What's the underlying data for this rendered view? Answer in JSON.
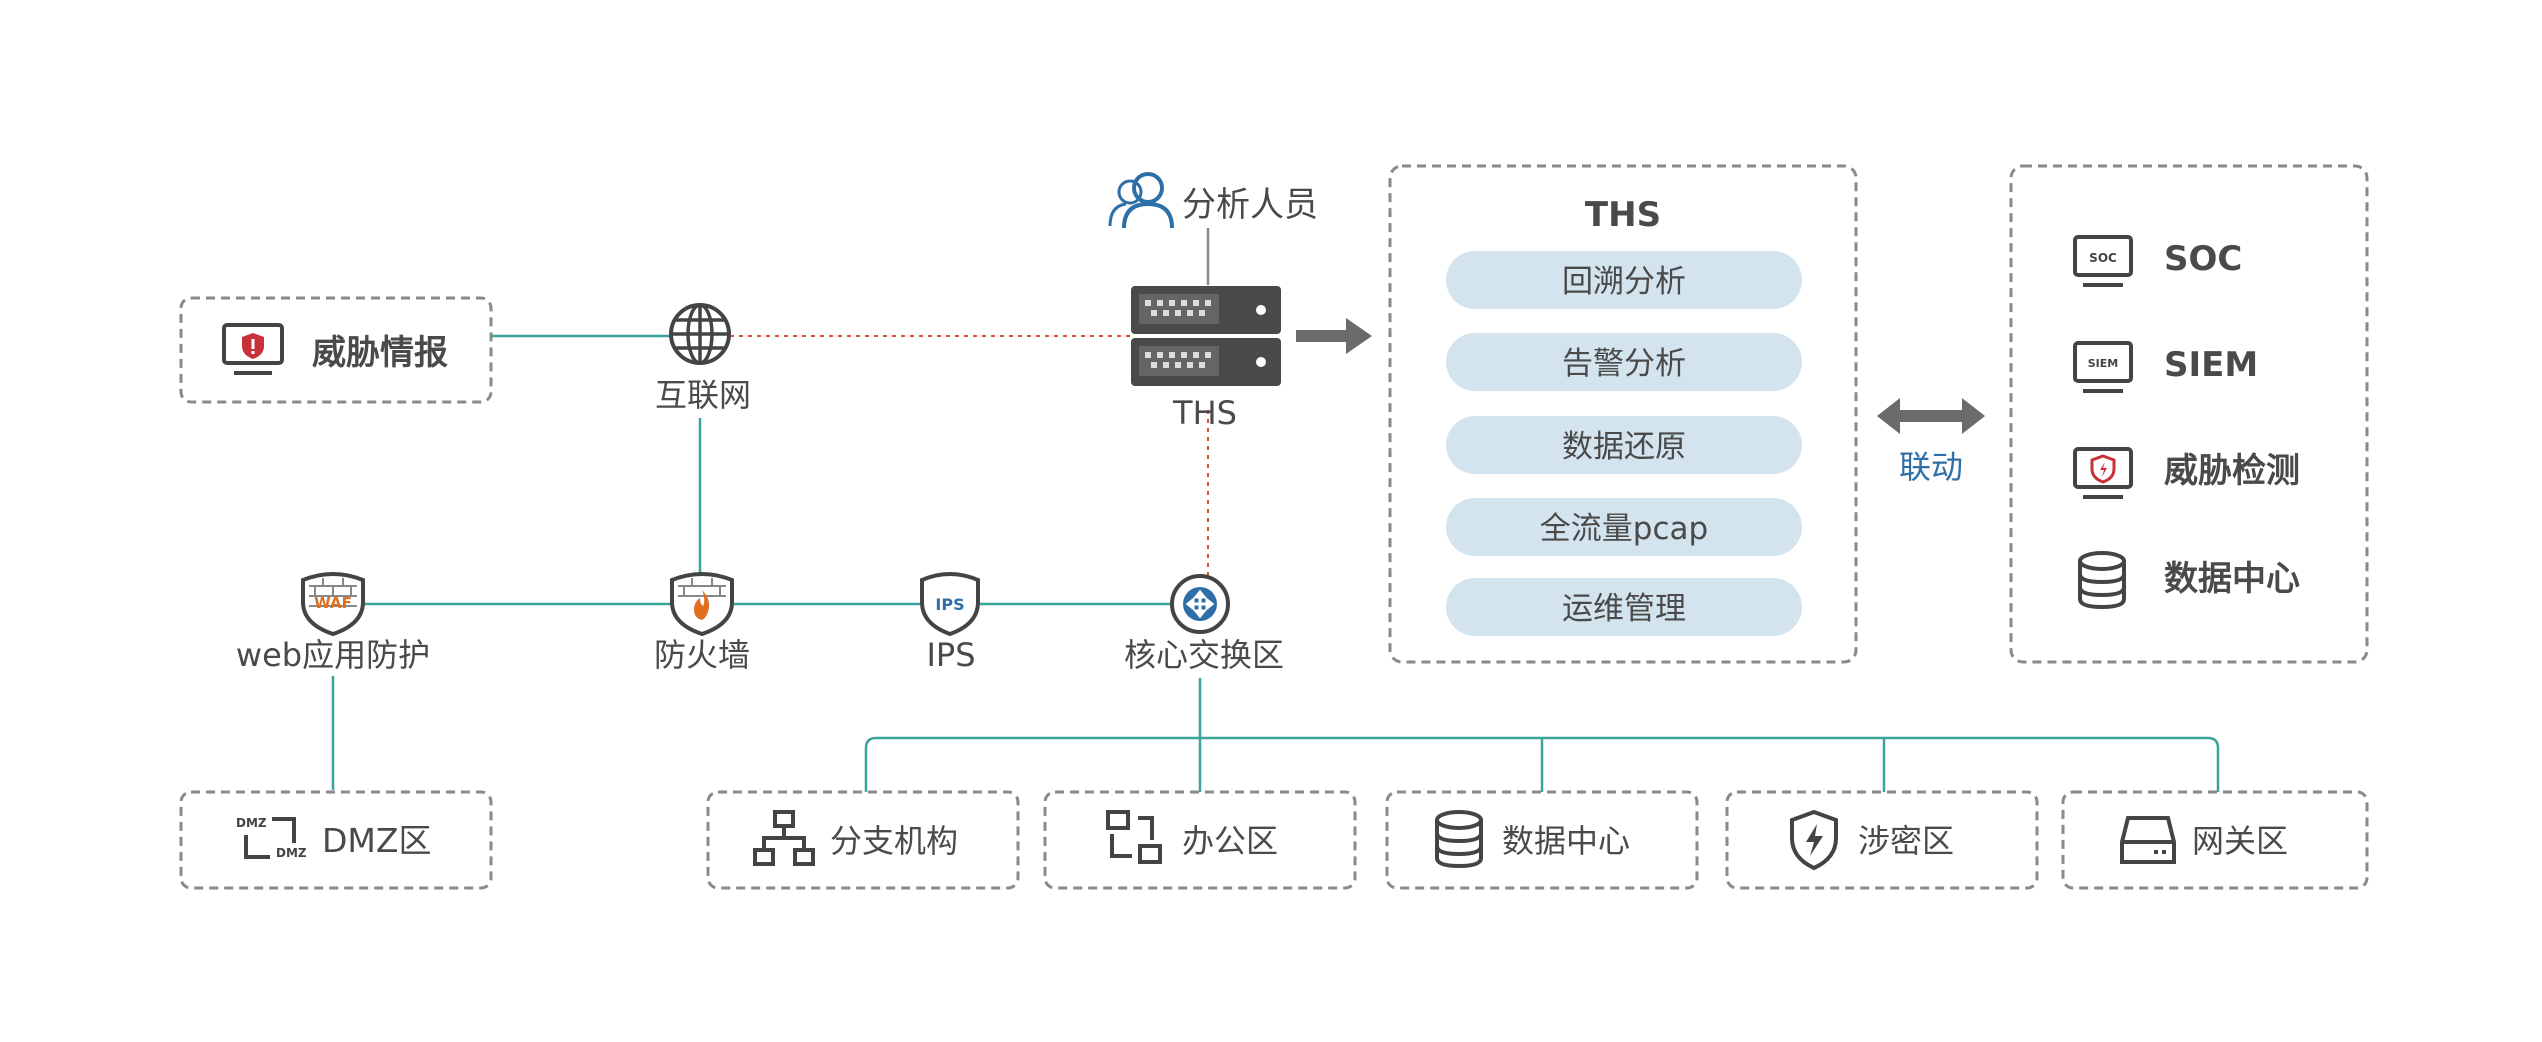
{
  "threat_intel": {
    "label": "威胁情报",
    "icon": "shield-monitor-icon"
  },
  "internet": {
    "label": "互联网",
    "icon": "globe-icon"
  },
  "analyst": {
    "label": "分析人员",
    "icon": "user-group-icon"
  },
  "ths_server": {
    "label": "THS",
    "icon": "server-icon"
  },
  "ths_panel": {
    "title": "THS",
    "items": [
      "回溯分析",
      "告警分析",
      "数据还原",
      "全流量pcap",
      "运维管理"
    ]
  },
  "link": {
    "label": "联动"
  },
  "integrations": [
    {
      "label": "SOC",
      "icon": "soc-monitor-icon",
      "icon_text": "SOC"
    },
    {
      "label": "SIEM",
      "icon": "siem-monitor-icon",
      "icon_text": "SIEM"
    },
    {
      "label": "威胁检测",
      "icon": "shield-monitor-icon"
    },
    {
      "label": "数据中心",
      "icon": "database-icon"
    }
  ],
  "nodes": {
    "waf": {
      "label": "web应用防护",
      "icon": "waf-shield-icon",
      "icon_text": "WAF"
    },
    "firewall": {
      "label": "防火墙",
      "icon": "firewall-icon"
    },
    "ips": {
      "label": "IPS",
      "icon": "ips-shield-icon",
      "icon_text": "IPS"
    },
    "core_switch": {
      "label": "核心交换区",
      "icon": "switch-icon"
    }
  },
  "dmz": {
    "label": "DMZ区",
    "icon": "dmz-icon",
    "icon_text_top": "DMZ",
    "icon_text_bottom": "DMZ"
  },
  "zones": [
    {
      "label": "分支机构",
      "icon": "org-chart-icon"
    },
    {
      "label": "办公区",
      "icon": "office-network-icon"
    },
    {
      "label": "数据中心",
      "icon": "database-icon"
    },
    {
      "label": "涉密区",
      "icon": "shield-bolt-icon"
    },
    {
      "label": "网关区",
      "icon": "gateway-icon"
    }
  ],
  "colors": {
    "connector": "#3aa39a",
    "dashed_link": "#d9502f",
    "pill": "#d3e4ee",
    "accent_blue": "#2f6fa8",
    "alert_red": "#c8303a"
  }
}
